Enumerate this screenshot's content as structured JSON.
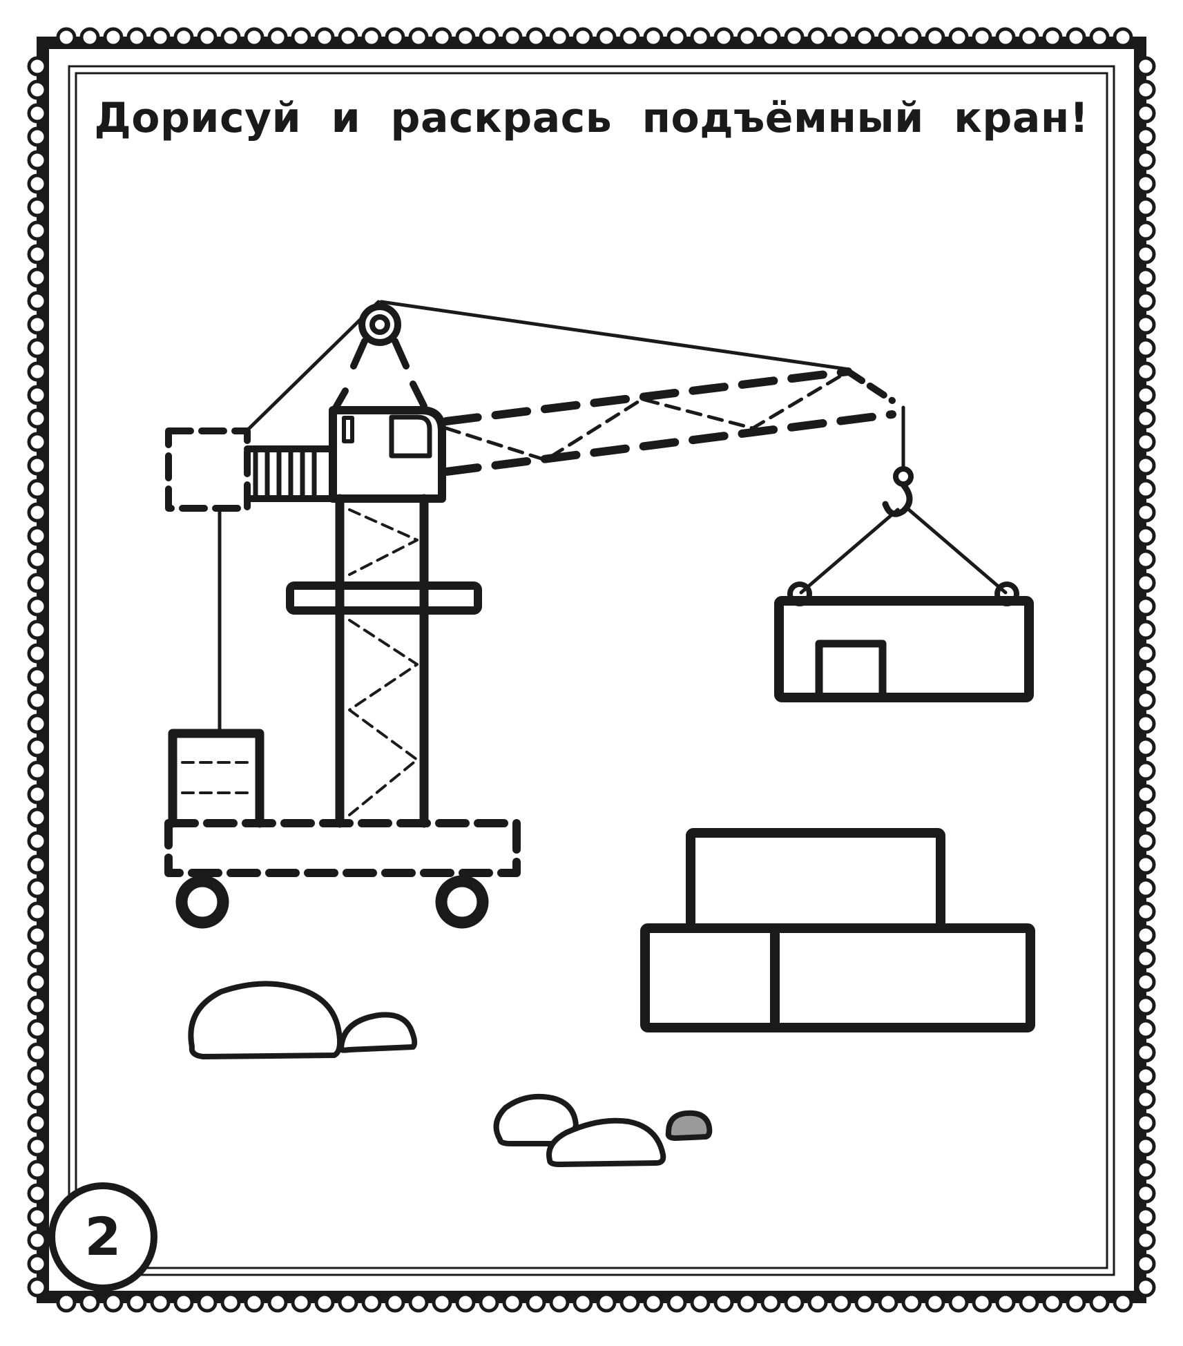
{
  "page": {
    "title": "Дорисуй и раскрась подъёмный кран!",
    "page_number": "2"
  },
  "illustration": {
    "subject": "tower crane on a wheeled base lifting a container, with a stack of bricks and stones"
  },
  "colors": {
    "ink": "#1a1a1a",
    "paper": "#ffffff",
    "stone_fill": "#9a9a9a"
  }
}
